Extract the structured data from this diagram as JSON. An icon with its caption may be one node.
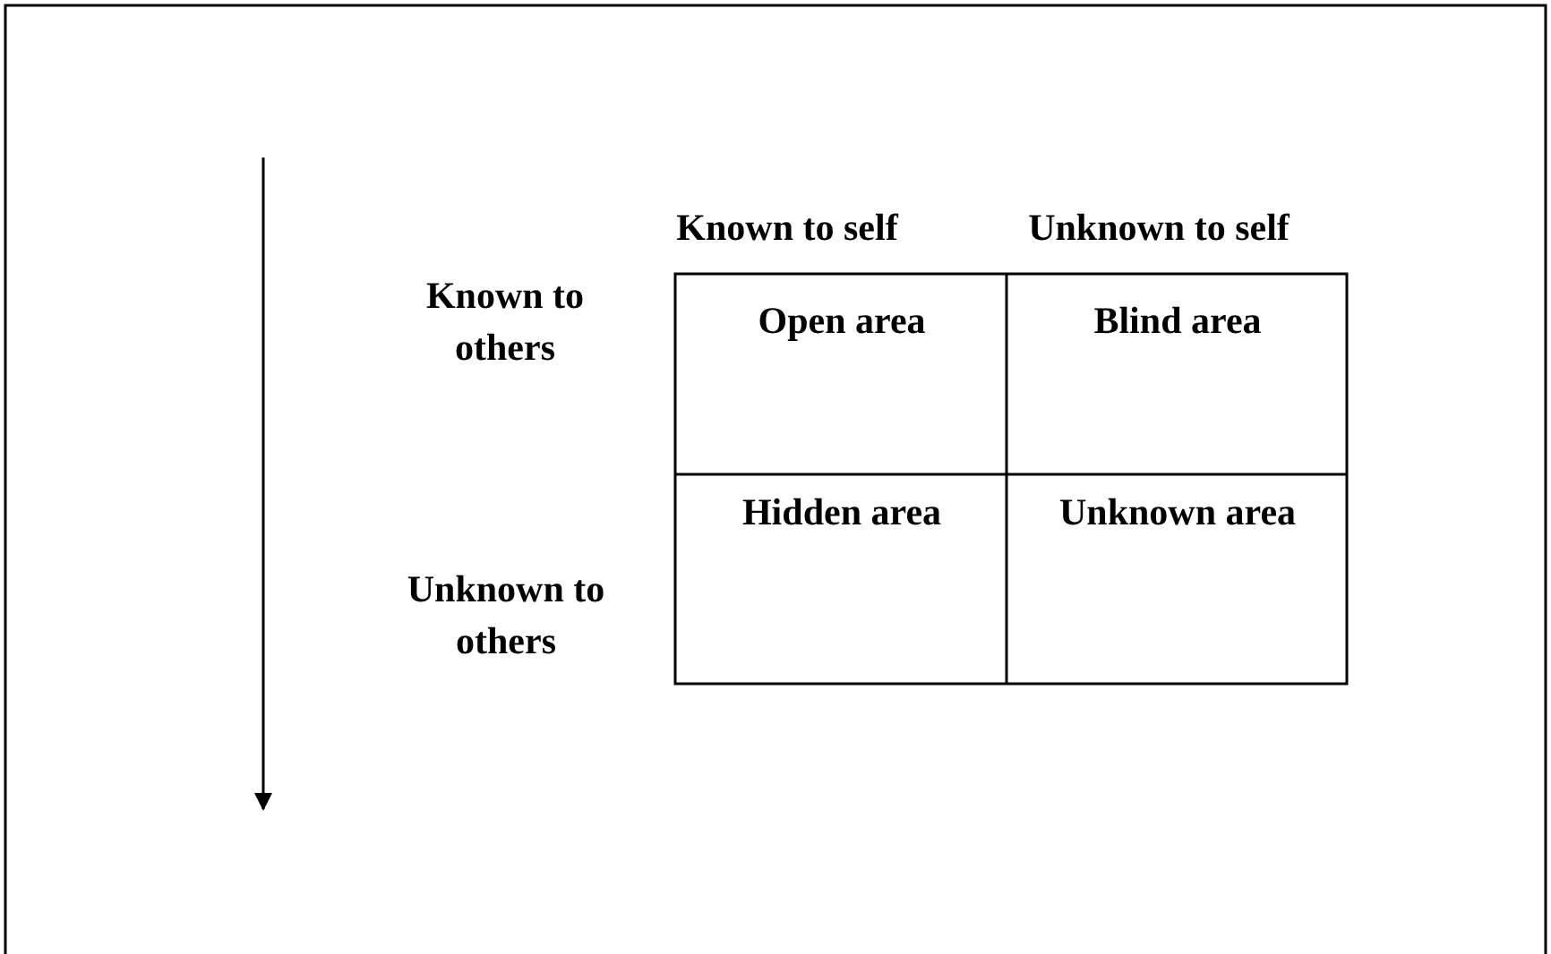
{
  "diagram": {
    "labels": [
      "Known to self",
      "Unknown to self",
      "Known to others",
      "Open area",
      "Blind area",
      "Hidden area",
      "Unknown area",
      "Unknown to others"
    ]
  }
}
